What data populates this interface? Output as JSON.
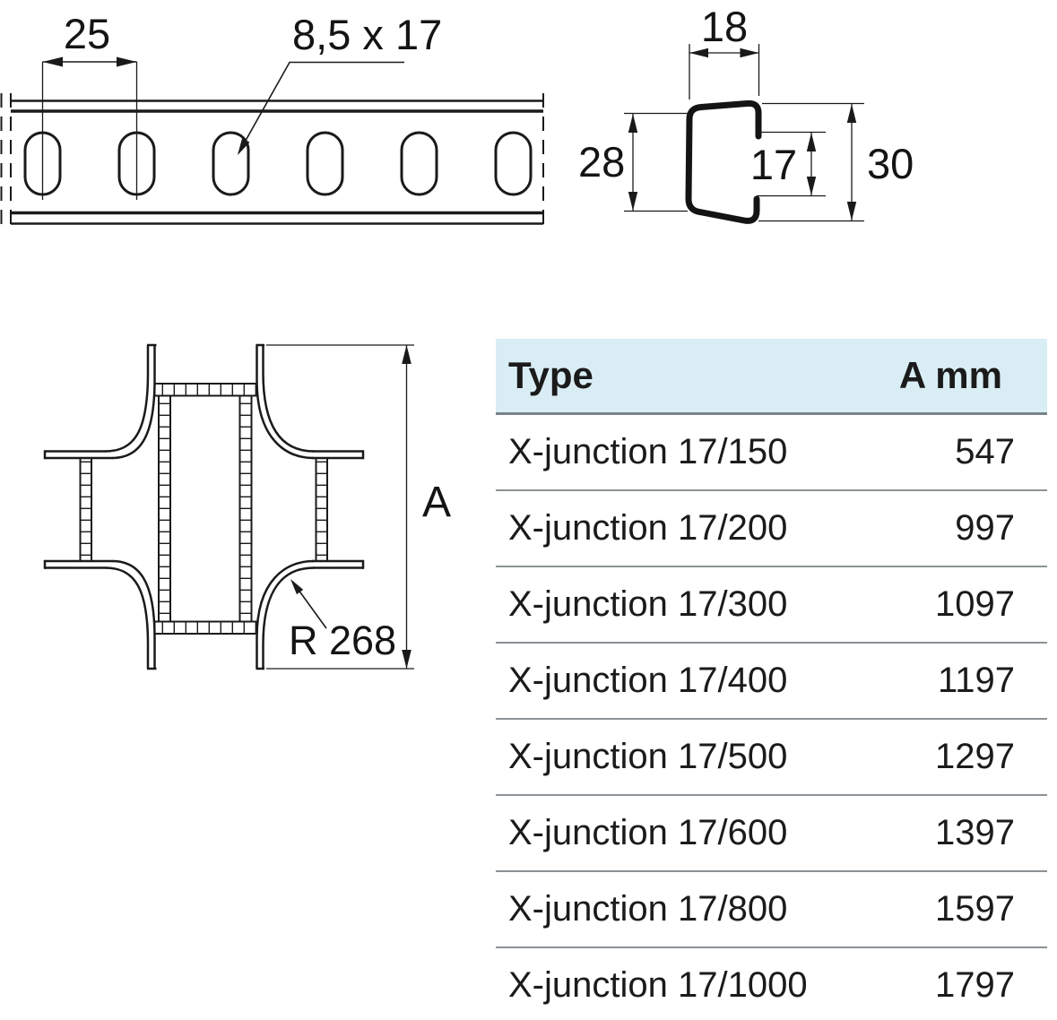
{
  "drawings": {
    "strip": {
      "pitch": "25",
      "slot_size": "8,5 x 17"
    },
    "profile": {
      "top_width": "18",
      "left_height": "28",
      "opening_height": "17",
      "total_height": "30"
    },
    "junction": {
      "dim_label": "A",
      "radius": "R 268"
    }
  },
  "table": {
    "header": {
      "type": "Type",
      "a_mm": "A mm"
    },
    "rows": [
      {
        "type": "X-junction 17/150",
        "a_mm": "547"
      },
      {
        "type": "X-junction 17/200",
        "a_mm": "997"
      },
      {
        "type": "X-junction 17/300",
        "a_mm": "1097"
      },
      {
        "type": "X-junction 17/400",
        "a_mm": "1197"
      },
      {
        "type": "X-junction 17/500",
        "a_mm": "1297"
      },
      {
        "type": "X-junction 17/600",
        "a_mm": "1397"
      },
      {
        "type": "X-junction 17/800",
        "a_mm": "1597"
      },
      {
        "type": "X-junction 17/1000",
        "a_mm": "1797"
      }
    ]
  },
  "colors": {
    "header_bg": "#d9edf5",
    "header_border": "#79848a",
    "row_border": "#8c9296",
    "line": "#1a1a1a",
    "text": "#1b1b1b"
  }
}
